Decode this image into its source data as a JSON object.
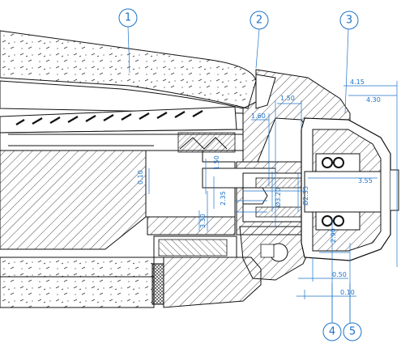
{
  "balloons": [
    {
      "id": "balloon-1",
      "label": "1"
    },
    {
      "id": "balloon-2",
      "label": "2"
    },
    {
      "id": "balloon-3",
      "label": "3"
    },
    {
      "id": "balloon-4",
      "label": "4"
    },
    {
      "id": "balloon-5",
      "label": "5"
    }
  ],
  "dimensions": {
    "d_4_15": "4.15",
    "d_4_30": "4.30",
    "d_1_50": "1.50",
    "d_1_60": "1.60",
    "d_0_10_left": "0.10",
    "d_1_50_small": "1.50",
    "d_2_35_left": "2.35",
    "d_3_30": "3.30",
    "d_dia_3_20": "Ø3.20",
    "d_dia_2_35": "Ø2.35",
    "d_3_55": "3.55",
    "d_0_50": "0.50",
    "d_0_10_bottom": "0.10",
    "d_2_90": "2.90"
  },
  "colors": {
    "dimension_blue": "#1e73c8",
    "outline": "#111111"
  }
}
